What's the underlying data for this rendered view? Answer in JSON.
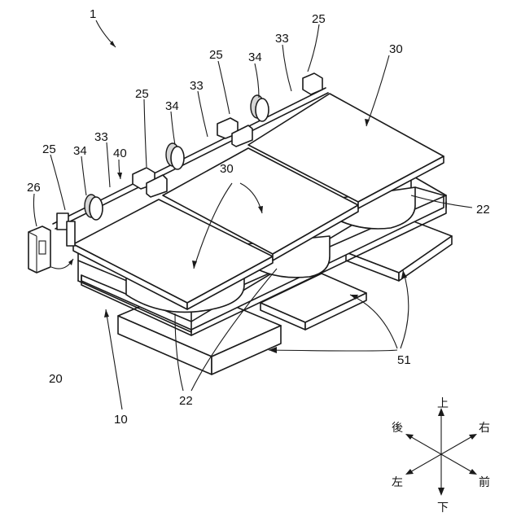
{
  "labels": {
    "device": "1",
    "container": "20",
    "base": "10",
    "side_wall": "22",
    "side_wall_front": "22",
    "panel": "30",
    "panel_front": "30",
    "shaft": "33",
    "cam": "34",
    "bracket": "25",
    "drive": "40",
    "controller": "26",
    "pads": "51"
  },
  "reference_numerals": [
    {
      "id": "r1",
      "text": "1"
    },
    {
      "id": "r25a",
      "text": "25"
    },
    {
      "id": "r33a",
      "text": "33"
    },
    {
      "id": "r30a",
      "text": "30"
    },
    {
      "id": "r25b",
      "text": "25"
    },
    {
      "id": "r34a",
      "text": "34"
    },
    {
      "id": "r25c",
      "text": "25"
    },
    {
      "id": "r33b",
      "text": "33"
    },
    {
      "id": "r34b",
      "text": "34"
    },
    {
      "id": "r33c",
      "text": "33"
    },
    {
      "id": "r40",
      "text": "40"
    },
    {
      "id": "r25d",
      "text": "25"
    },
    {
      "id": "r34c",
      "text": "34"
    },
    {
      "id": "r26",
      "text": "26"
    },
    {
      "id": "r30b",
      "text": "30"
    },
    {
      "id": "r22a",
      "text": "22"
    },
    {
      "id": "r20",
      "text": "20"
    },
    {
      "id": "r22b",
      "text": "22"
    },
    {
      "id": "r10",
      "text": "10"
    },
    {
      "id": "r51",
      "text": "51"
    }
  ],
  "directions": {
    "up": "上",
    "down": "下",
    "back": "後",
    "front": "前",
    "left": "左",
    "right": "右"
  }
}
